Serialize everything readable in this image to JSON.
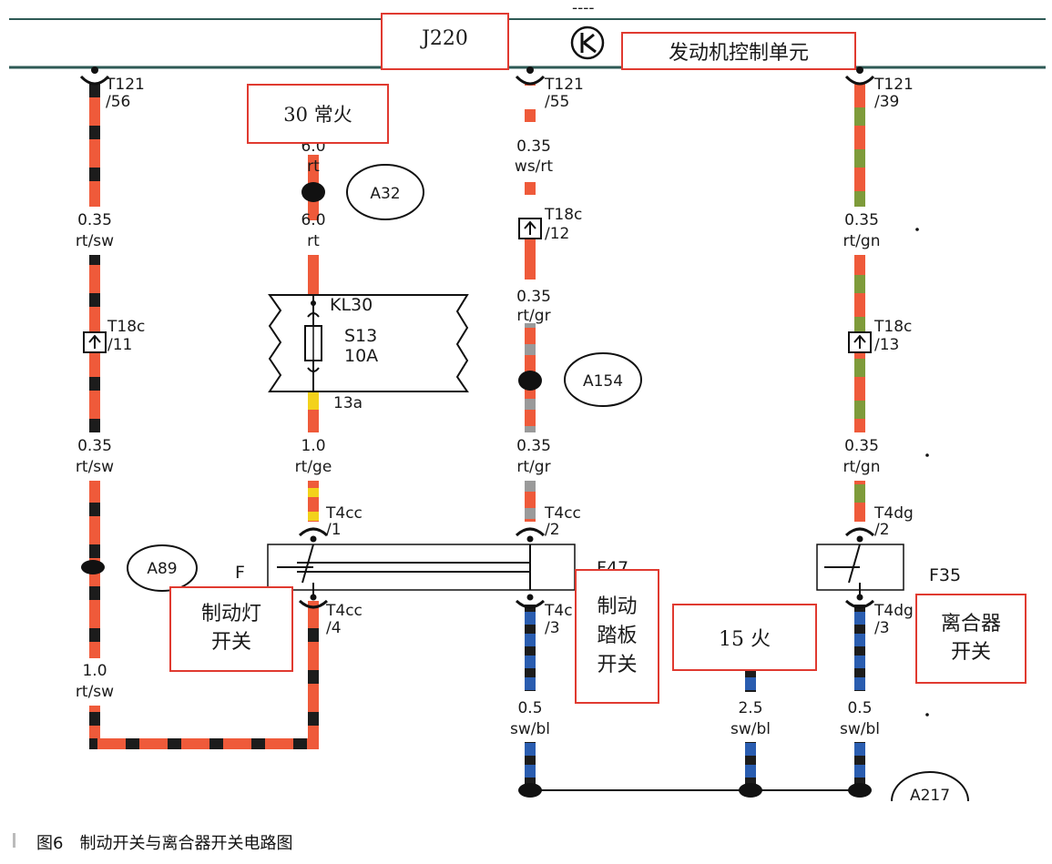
{
  "header": {
    "module_code": "J220",
    "module_name": "发动机控制单元",
    "dash_mark": "----"
  },
  "wires": {
    "w1": {
      "pin_top": "T121",
      "pin_top_no": "/56",
      "spec_a": "0.35",
      "color_a": "rt/sw",
      "conn": "T18c",
      "conn_no": "/11",
      "spec_b": "0.35",
      "color_b": "rt/sw",
      "node": "A89",
      "spec_c": "1.0",
      "color_c": "rt/sw"
    },
    "w2": {
      "spec_top": "6.0",
      "color_top": "rt",
      "node": "A32",
      "spec_a": "6.0",
      "color_a": "rt",
      "fuse_term": "KL30",
      "fuse_id": "S13",
      "fuse_rating": "10A",
      "fuse_out": "13a",
      "spec_b": "1.0",
      "color_b": "rt/ge",
      "sw_in": "T4cc",
      "sw_in_no": "/1",
      "sw_label": "F",
      "sw_out": "T4cc",
      "sw_out_no": "/4"
    },
    "w3": {
      "pin_top": "T121",
      "pin_top_no": "/55",
      "spec_a": "0.35",
      "color_a": "ws/rt",
      "conn": "T18c",
      "conn_no": "/12",
      "spec_b": "0.35",
      "color_b": "rt/gr",
      "node": "A154",
      "spec_c": "0.35",
      "color_c": "rt/gr",
      "sw_in": "T4cc",
      "sw_in_no": "/2",
      "sw_label": "F47",
      "sw_out": "T4c",
      "sw_out_no": "/3",
      "spec_d": "0.5",
      "color_d": "sw/bl"
    },
    "w4": {
      "spec": "2.5",
      "color": "sw/bl"
    },
    "w5": {
      "pin_top": "T121",
      "pin_top_no": "/39",
      "spec_a": "0.35",
      "color_a": "rt/gn",
      "conn": "T18c",
      "conn_no": "/13",
      "spec_b": "0.35",
      "color_b": "rt/gn",
      "sw_in": "T4dg",
      "sw_in_no": "/2",
      "sw_label": "F35",
      "sw_out": "T4dg",
      "sw_out_no": "/3",
      "spec_d": "0.5",
      "color_d": "sw/bl",
      "node": "A217"
    }
  },
  "annotations": {
    "power_30": "30 常火",
    "brake_light_switch": [
      "制动灯",
      "开关"
    ],
    "brake_pedal_switch": [
      "制动",
      "踏板",
      "开关"
    ],
    "power_15": "15 火",
    "clutch_switch": [
      "离合器",
      "开关"
    ]
  },
  "caption": "图6　制动开关与离合器开关电路图",
  "colors": {
    "rt": "#ef5a3a",
    "sw": "#1c1c1c",
    "ws": "#ffffff",
    "gr": "#9a9a9a",
    "gn": "#7e9b3a",
    "ge": "#f3d21b",
    "bl": "#2a5db0",
    "annotation_border": "#e03a30",
    "bus": "#2e5a55"
  }
}
